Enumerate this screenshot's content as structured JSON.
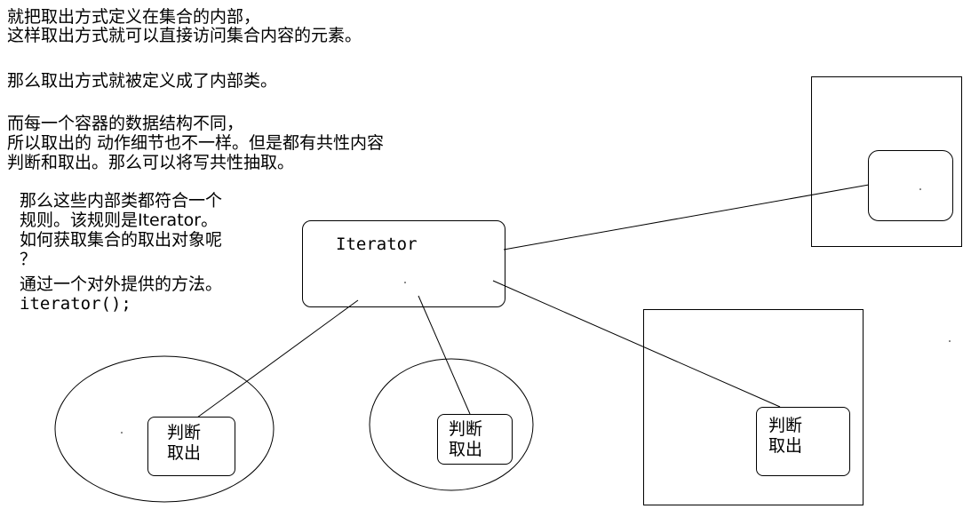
{
  "notes": {
    "top": [
      "就把取出方式定义在集合的内部，",
      "这样取出方式就可以直接访问集合内容的元素。"
    ],
    "middle": "那么取出方式就被定义成了内部类。",
    "lower": [
      "而每一个容器的数据结构不同，",
      "所以取出的 动作细节也不一样。但是都有共性内容",
      "判断和取出。那么可以将写共性抽取。"
    ],
    "left": [
      "那么这些内部类都符合一个",
      "规则。该规则是Iterator。",
      "如何获取集合的取出对象呢",
      "？",
      "通过一个对外提供的方法。",
      "iterator();"
    ]
  },
  "diagram": {
    "iterator_label": "Iterator",
    "inner_box_line1": "判断",
    "inner_box_line2": "取出"
  }
}
